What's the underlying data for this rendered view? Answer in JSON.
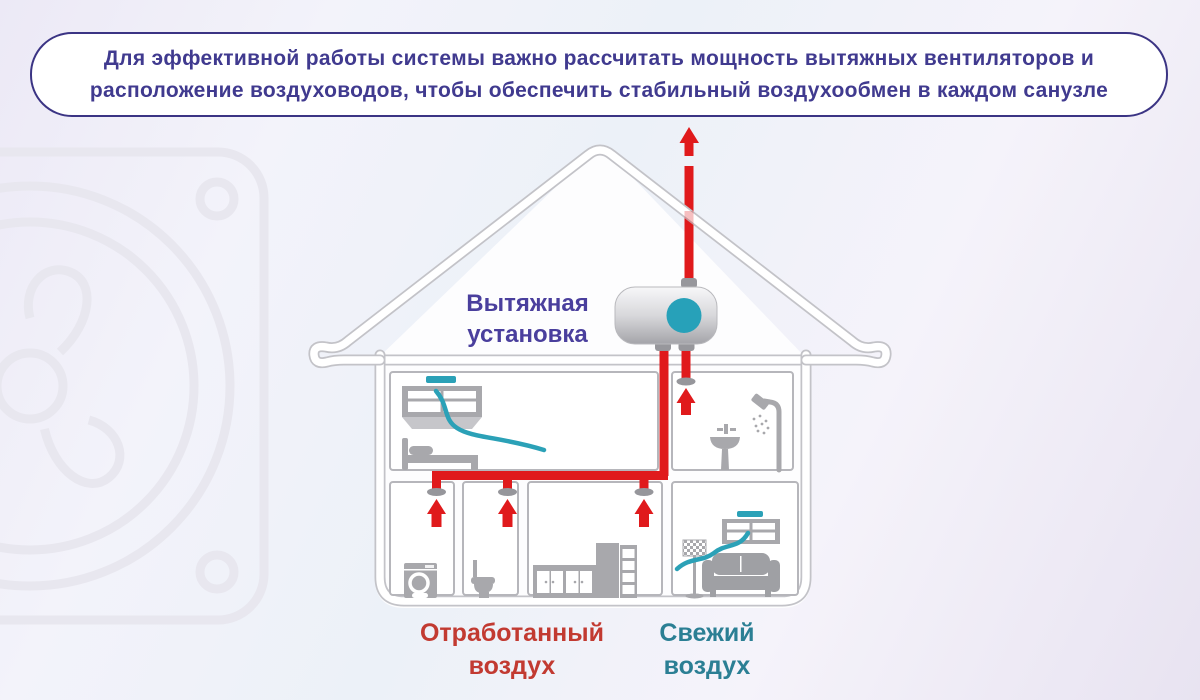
{
  "banner": {
    "line1": "Для эффективной работы системы важно рассчитать мощность вытяжных вентиляторов и",
    "line2": "расположение воздуховодов, чтобы обеспечить стабильный воздухообмен в каждом санузле"
  },
  "diagram": {
    "unit_label": {
      "line1": "Вытяжная",
      "line2": "установка"
    },
    "legend": {
      "exhaust": {
        "line1": "Отработанный",
        "line2": "воздух",
        "color": "#c23a31"
      },
      "fresh": {
        "line1": "Свежий",
        "line2": "воздух",
        "color": "#2b7f94"
      }
    },
    "colors": {
      "banner_border": "#3b3484",
      "banner_text": "#403a8f",
      "unit_label_text": "#4a3f9d",
      "exhaust_duct_red": "#e01a1c",
      "fresh_air_teal": "#2ba1b7",
      "house_outline_gray": "#c3c3c8",
      "furniture_gray": "#a8a8ac",
      "background_fan_gray": "#e8e7ef"
    },
    "icons": {
      "background": "fan-icon",
      "unit": "exhaust-unit-icon",
      "flows": [
        "exhaust-arrow-icon",
        "fresh-air-flow-icon",
        "duct-connector-icon",
        "ceiling-vent-icon"
      ],
      "furniture": [
        "window-icon",
        "bed-icon",
        "shower-icon",
        "sink-icon",
        "washing-machine-icon",
        "toilet-icon",
        "kitchen-cabinets-icon",
        "sofa-icon",
        "floor-lamp-icon"
      ]
    }
  }
}
